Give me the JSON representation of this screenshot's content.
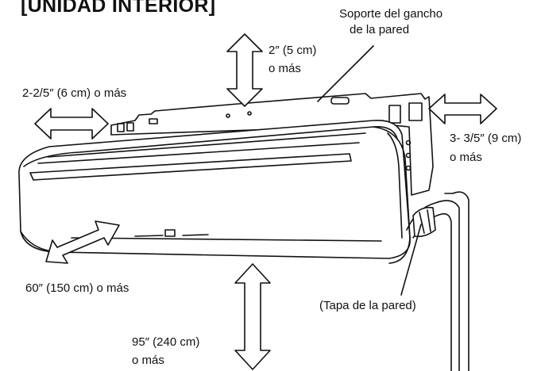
{
  "title": "[UNIDAD INTERIOR]",
  "labels": {
    "bracket": [
      "Soporte del gancho",
      "de la pared"
    ],
    "top_clearance": [
      "2″ (5 cm)",
      "o más"
    ],
    "left_clearance": "2-2/5″ (6 cm) o más",
    "right_clearance": [
      "3- 3/5″ (9 cm)",
      "o más"
    ],
    "front_clearance": "60″ (150 cm) o más",
    "wall_cap": "(Tapa de la pared)",
    "floor_clearance": [
      "95″ (240 cm)",
      "o más"
    ]
  }
}
